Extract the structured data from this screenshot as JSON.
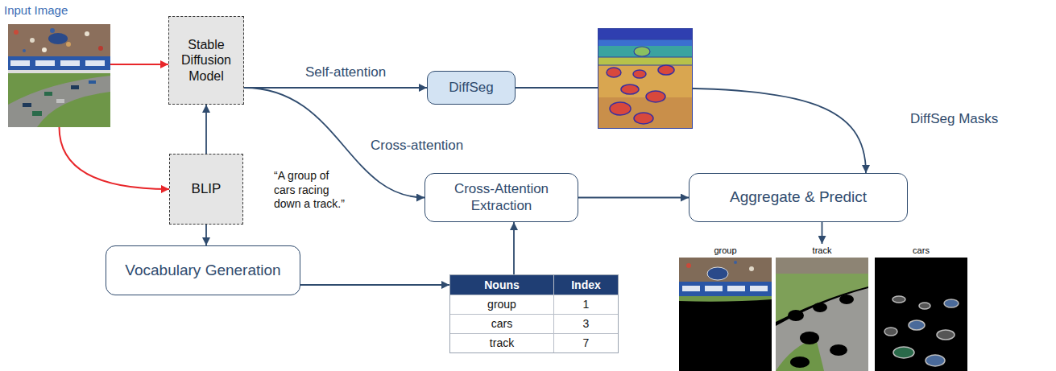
{
  "diagram": {
    "nodes": [
      {
        "text": [
          "Input Image"
        ]
      },
      {
        "text": [
          "Stable Diffusion Model"
        ]
      },
      {
        "text": [
          "DiffSeg"
        ]
      },
      {
        "text": [
          "BLIP"
        ]
      },
      {
        "text": [
          "Cross-Attention Extraction"
        ]
      },
      {
        "text": [
          "Aggregate & Predict"
        ]
      },
      {
        "text": [
          "Vocabulary Generation"
        ]
      },
      {
        "text": [
          "Nouns",
          "Index",
          "group",
          "1",
          "cars",
          "3",
          "track",
          "7"
        ]
      },
      {
        "text": [
          "group"
        ]
      },
      {
        "text": [
          "track"
        ]
      },
      {
        "text": [
          "cars"
        ]
      }
    ],
    "edges": [
      {
        "from": 0,
        "to": 1,
        "arrow": "to"
      },
      {
        "from": 0,
        "to": 3,
        "arrow": "to"
      },
      {
        "from": 3,
        "to": 1,
        "arrow": "to"
      },
      {
        "from": 1,
        "to": 2,
        "label": "Self-attention",
        "arrow": "to"
      },
      {
        "from": 1,
        "to": 4,
        "label": "Cross-attention",
        "arrow": "to"
      },
      {
        "from": 2,
        "to": 5,
        "label": "DiffSeg Masks",
        "arrow": "to"
      },
      {
        "from": 3,
        "to": 6,
        "arrow": "to"
      },
      {
        "from": 6,
        "to": 7,
        "arrow": "to"
      },
      {
        "from": 7,
        "to": 4,
        "arrow": "to"
      },
      {
        "from": 4,
        "to": 5,
        "arrow": "to"
      },
      {
        "from": 5,
        "to": 9,
        "arrow": "to"
      }
    ],
    "labels": [
      "“A group of cars racing down a track.”"
    ]
  }
}
